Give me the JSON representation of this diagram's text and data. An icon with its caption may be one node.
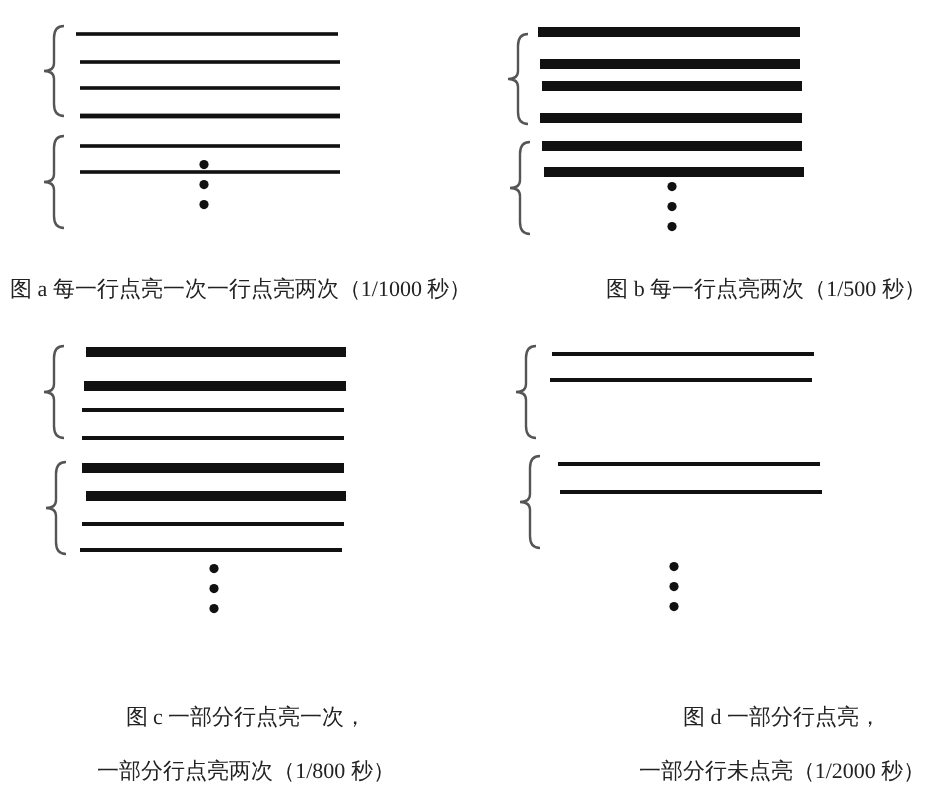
{
  "diagram": {
    "labels": [
      "图 a 每一行点亮一次一行点亮两次（1/1000 秒）",
      "图 b 每一行点亮两次（1/500 秒）",
      "图 c 一部分行点亮一次，一部分行点亮两次（1/800 秒）",
      "图 d 一部分行点亮，一部分行未点亮（1/2000 秒）"
    ]
  }
}
